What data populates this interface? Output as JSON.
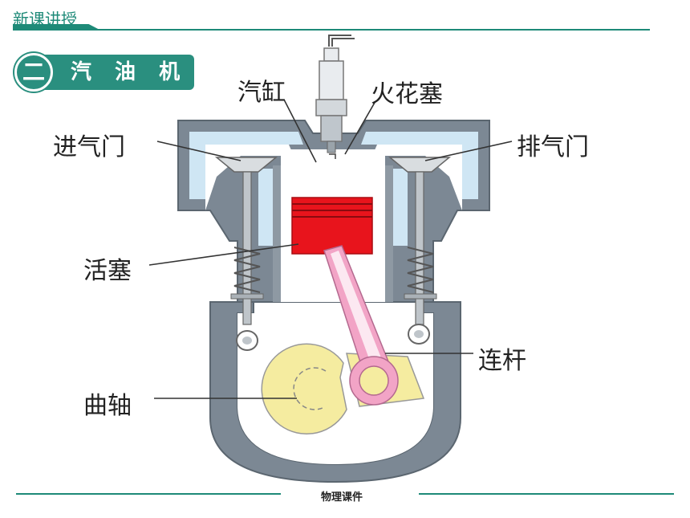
{
  "header": {
    "title": "新课讲授"
  },
  "section": {
    "number": "二",
    "title": "汽 油 机"
  },
  "diagram": {
    "labels": {
      "cylinder": "汽缸",
      "spark_plug": "火花塞",
      "intake_valve": "进气门",
      "exhaust_valve": "排气门",
      "piston": "活塞",
      "connecting_rod": "连杆",
      "crankshaft": "曲轴"
    },
    "colors": {
      "casing": "#7c8894",
      "coolant": "#cfe6f4",
      "piston": "#e8141c",
      "rod": "#f2a4c6",
      "crank": "#f5eca0"
    }
  },
  "footer": {
    "text": "物理课件"
  }
}
